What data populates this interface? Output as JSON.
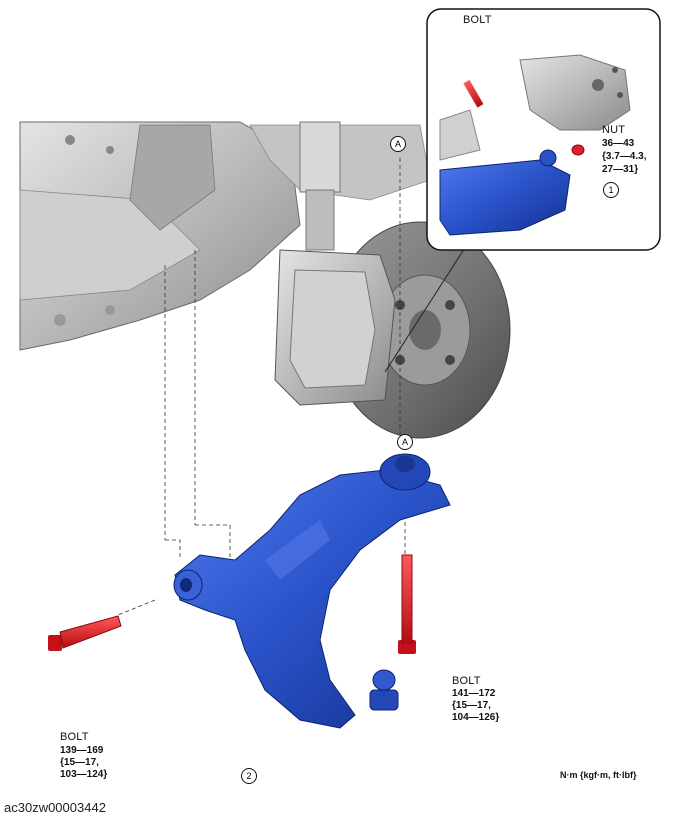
{
  "callouts": {
    "detail_marker": "A",
    "part_1": "1",
    "part_2": "2"
  },
  "inset": {
    "bolt_label": "BOLT",
    "nut": {
      "label": "NUT",
      "torque_nm": "36—43",
      "torque_kgfm": "{3.7—4.3,",
      "torque_ftlbf": "27—31}"
    }
  },
  "front_bolt": {
    "label": "BOLT",
    "torque_nm": "139—169",
    "torque_kgfm": "{15—17,",
    "torque_ftlbf": "103—124}"
  },
  "rear_bolt": {
    "label": "BOLT",
    "torque_nm": "141—172",
    "torque_kgfm": "{15—17,",
    "torque_ftlbf": "104—126}"
  },
  "units_note": "N·m {kgf·m, ft·lbf}",
  "image_id": "ac30zw00003442",
  "colors": {
    "control_arm_blue": "#2a52c8",
    "fastener_red": "#e0202a",
    "subframe_gray": "#b8b8b8",
    "brake_gray": "#8e8e8e"
  }
}
